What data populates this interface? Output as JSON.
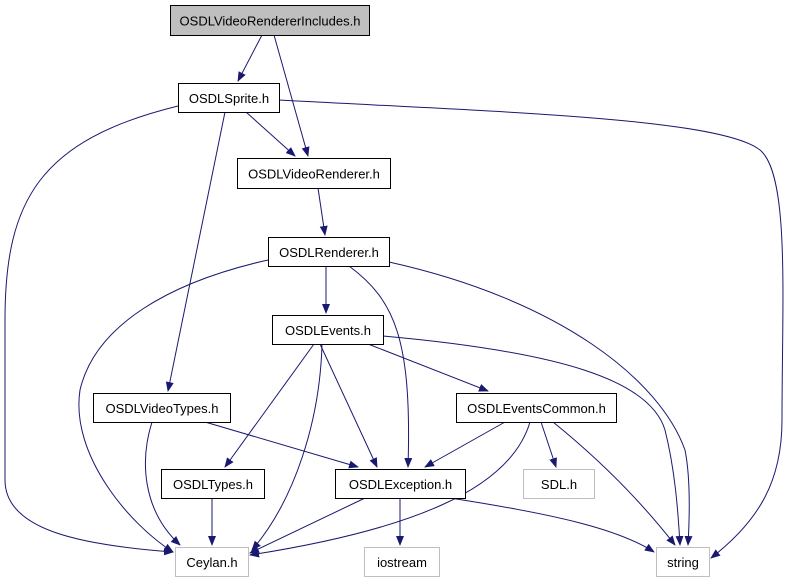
{
  "colors": {
    "edge": "#191970",
    "root_fill": "#bfbfbf",
    "node_border": "#000000",
    "external_border": "#bfbfbf",
    "background": "#ffffff"
  },
  "nodes": [
    {
      "id": "root",
      "label": "OSDLVideoRendererIncludes.h",
      "kind": "root"
    },
    {
      "id": "sprite",
      "label": "OSDLSprite.h",
      "kind": "file"
    },
    {
      "id": "videorenderer",
      "label": "OSDLVideoRenderer.h",
      "kind": "file"
    },
    {
      "id": "renderer",
      "label": "OSDLRenderer.h",
      "kind": "file"
    },
    {
      "id": "events",
      "label": "OSDLEvents.h",
      "kind": "file"
    },
    {
      "id": "videotypes",
      "label": "OSDLVideoTypes.h",
      "kind": "file"
    },
    {
      "id": "eventscommon",
      "label": "OSDLEventsCommon.h",
      "kind": "file"
    },
    {
      "id": "types",
      "label": "OSDLTypes.h",
      "kind": "file"
    },
    {
      "id": "exception",
      "label": "OSDLException.h",
      "kind": "file"
    },
    {
      "id": "sdl",
      "label": "SDL.h",
      "kind": "external"
    },
    {
      "id": "ceylan",
      "label": "Ceylan.h",
      "kind": "external"
    },
    {
      "id": "iostream",
      "label": "iostream",
      "kind": "external"
    },
    {
      "id": "string",
      "label": "string",
      "kind": "external"
    }
  ],
  "edges": [
    {
      "from": "root",
      "to": "sprite"
    },
    {
      "from": "root",
      "to": "videorenderer"
    },
    {
      "from": "sprite",
      "to": "videorenderer"
    },
    {
      "from": "sprite",
      "to": "ceylan"
    },
    {
      "from": "sprite",
      "to": "videotypes"
    },
    {
      "from": "sprite",
      "to": "string"
    },
    {
      "from": "videorenderer",
      "to": "renderer"
    },
    {
      "from": "renderer",
      "to": "events"
    },
    {
      "from": "renderer",
      "to": "ceylan"
    },
    {
      "from": "renderer",
      "to": "exception"
    },
    {
      "from": "renderer",
      "to": "string"
    },
    {
      "from": "events",
      "to": "eventscommon"
    },
    {
      "from": "events",
      "to": "types"
    },
    {
      "from": "events",
      "to": "exception"
    },
    {
      "from": "events",
      "to": "ceylan"
    },
    {
      "from": "events",
      "to": "string"
    },
    {
      "from": "videotypes",
      "to": "ceylan"
    },
    {
      "from": "videotypes",
      "to": "exception"
    },
    {
      "from": "eventscommon",
      "to": "exception"
    },
    {
      "from": "eventscommon",
      "to": "sdl"
    },
    {
      "from": "eventscommon",
      "to": "ceylan"
    },
    {
      "from": "eventscommon",
      "to": "string"
    },
    {
      "from": "types",
      "to": "ceylan"
    },
    {
      "from": "exception",
      "to": "ceylan"
    },
    {
      "from": "exception",
      "to": "iostream"
    },
    {
      "from": "exception",
      "to": "string"
    }
  ]
}
